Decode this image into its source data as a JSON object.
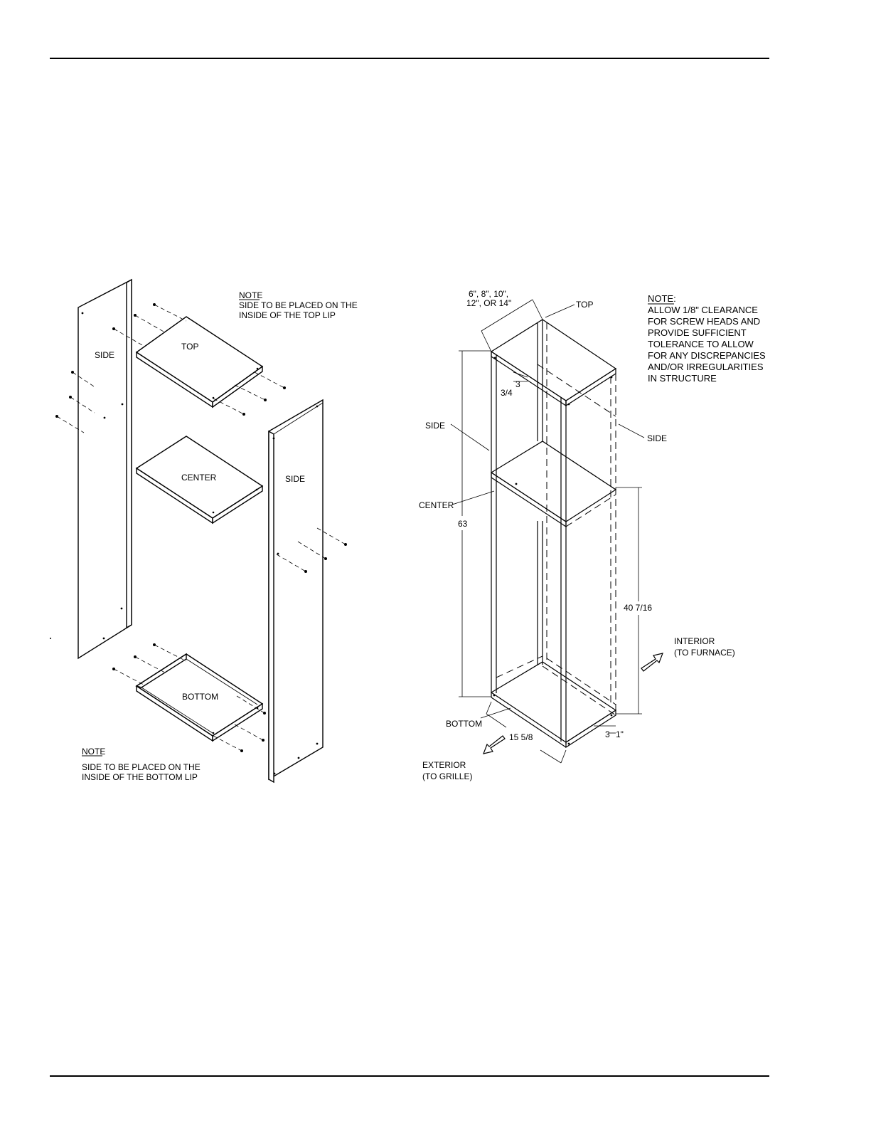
{
  "left_view": {
    "side_left_label": "SIDE",
    "top_label": "TOP",
    "center_label": "CENTER",
    "side_right_label": "SIDE",
    "bottom_label": "BOTTOM",
    "note_top": {
      "heading": "NOTE",
      "line1": "SIDE TO BE PLACED ON THE",
      "line2": "INSIDE OF THE TOP LIP"
    },
    "note_bottom": {
      "heading": "NOTE",
      "line1": "SIDE TO BE PLACED ON THE",
      "line2": "INSIDE OF THE BOTTOM LIP"
    }
  },
  "right_view": {
    "width_line1": "6\", 8\", 10\",",
    "width_line2": "12\", OR 14\"",
    "top_label": "TOP",
    "side_left_label": "SIDE",
    "side_right_label": "SIDE",
    "center_label": "CENTER",
    "bottom_label": "BOTTOM",
    "dim_3_top": "3",
    "dim_3_4": "3/4",
    "dim_63": "63",
    "dim_40_7_16": "40 7/16",
    "dim_15_5_8": "15 5/8",
    "dim_1": "1\"",
    "dim_3_bottom": "3",
    "interior_line1": "INTERIOR",
    "interior_line2": "(TO FURNACE)",
    "exterior_line1": "EXTERIOR",
    "exterior_line2": "(TO GRILLE)",
    "note": {
      "heading": "NOTE:",
      "lines": [
        "ALLOW 1/8\" CLEARANCE",
        "FOR SCREW HEADS AND",
        "PROVIDE SUFFICIENT",
        "TOLERANCE TO ALLOW",
        "FOR ANY DISCREPANCIES",
        "AND/OR IRREGULARITIES",
        "IN STRUCTURE"
      ]
    }
  }
}
